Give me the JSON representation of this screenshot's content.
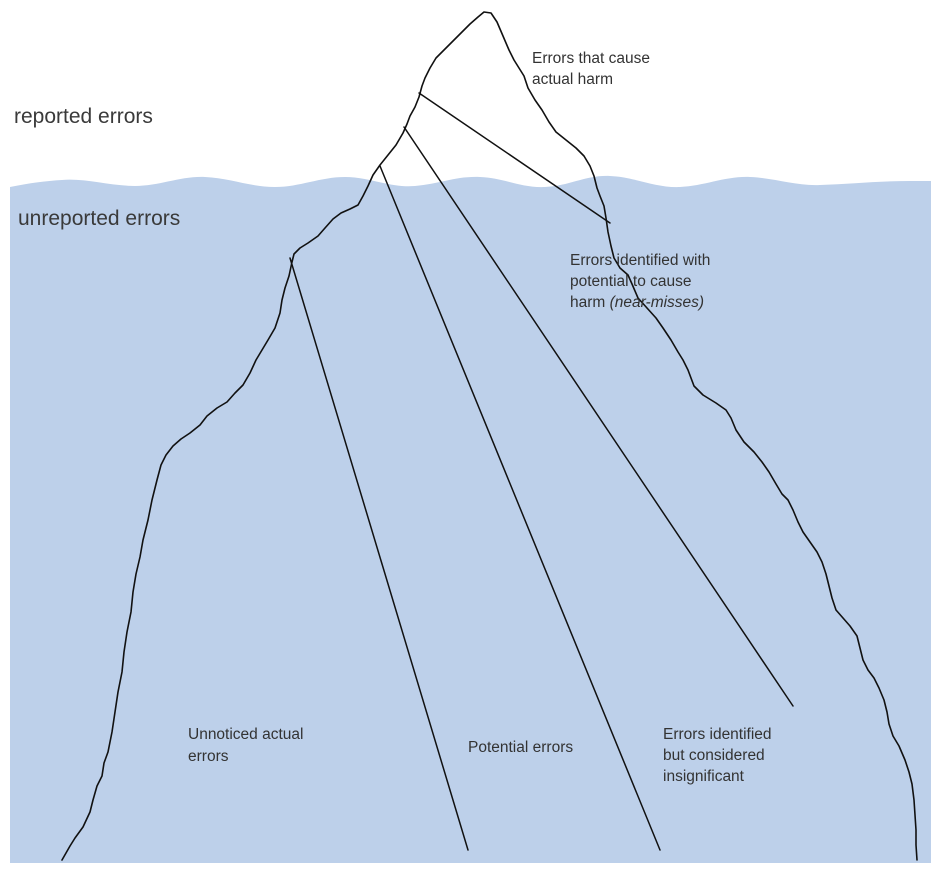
{
  "colors": {
    "water": "#bdd0ea",
    "sky": "#ffffff",
    "outline": "#111111",
    "text": "#333333"
  },
  "zones": {
    "above": "reported errors",
    "below": "unreported errors"
  },
  "callouts": {
    "actual_harm": [
      "Errors that cause",
      "actual harm"
    ],
    "near_misses": {
      "line1": "Errors identified with",
      "line2": "potential to cause",
      "line3_prefix": "harm ",
      "line3_italic": "(near-misses)"
    },
    "unnoticed": [
      "Unnoticed actual",
      "errors"
    ],
    "potential": "Potential errors",
    "insignificant": [
      "Errors identified",
      "but considered",
      "insignificant"
    ]
  }
}
